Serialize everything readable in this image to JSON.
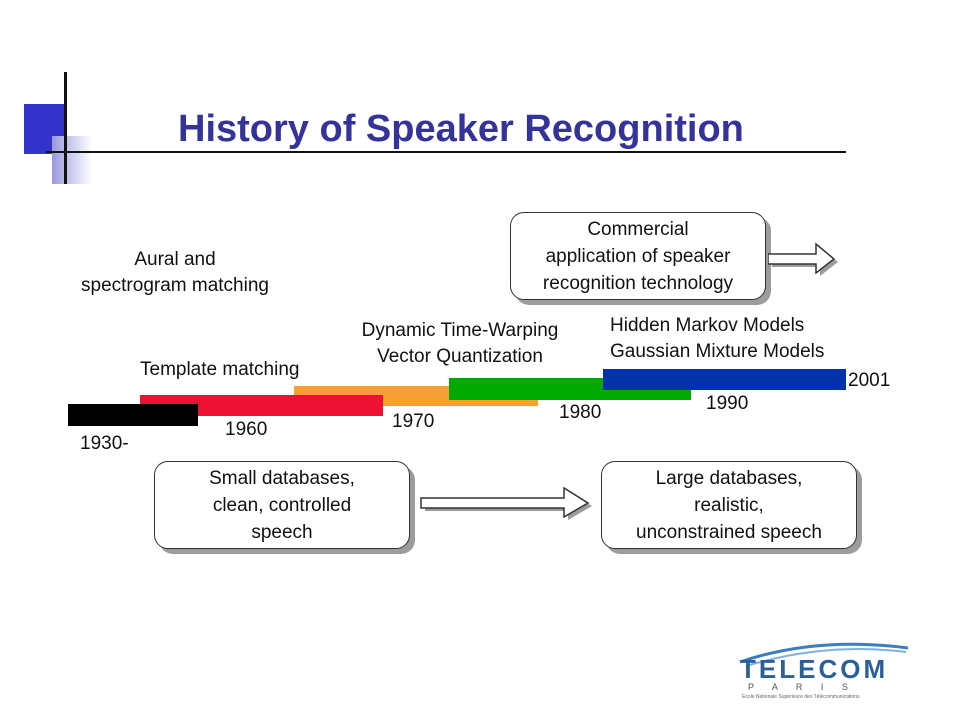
{
  "title": "History of Speaker Recognition",
  "colors": {
    "title": "#333399",
    "accent_square": "#3333cc",
    "era_1930": "#000000",
    "era_1960": "#ee1133",
    "era_1970": "#f5a030",
    "era_1980": "#00aa00",
    "era_1990": "#0033aa"
  },
  "eras": [
    {
      "label": "Aural and spectrogram matching",
      "lines": [
        "Aural and",
        "spectrogram matching"
      ]
    },
    {
      "label": "Template matching"
    },
    {
      "label": "Dynamic Time-Warping Vector Quantization",
      "lines": [
        "Dynamic Time-Warping",
        "Vector Quantization"
      ]
    },
    {
      "label": "Hidden Markov Models Gaussian Mixture Models",
      "lines": [
        "Hidden Markov Models",
        "Gaussian Mixture Models"
      ]
    }
  ],
  "years": [
    "1930-",
    "1960",
    "1970",
    "1980",
    "1990",
    "2001"
  ],
  "boxes": {
    "commercial": [
      "Commercial",
      "application of speaker",
      "recognition technology"
    ],
    "small_db": [
      "Small databases,",
      "clean, controlled",
      "speech"
    ],
    "large_db": [
      "Large databases,",
      "realistic,",
      "unconstrained speech"
    ]
  },
  "logo": {
    "name": "TELECOM",
    "sub": "P A R I S",
    "tagline": "Ecole Nationale Supérieure des Télécommunications"
  }
}
